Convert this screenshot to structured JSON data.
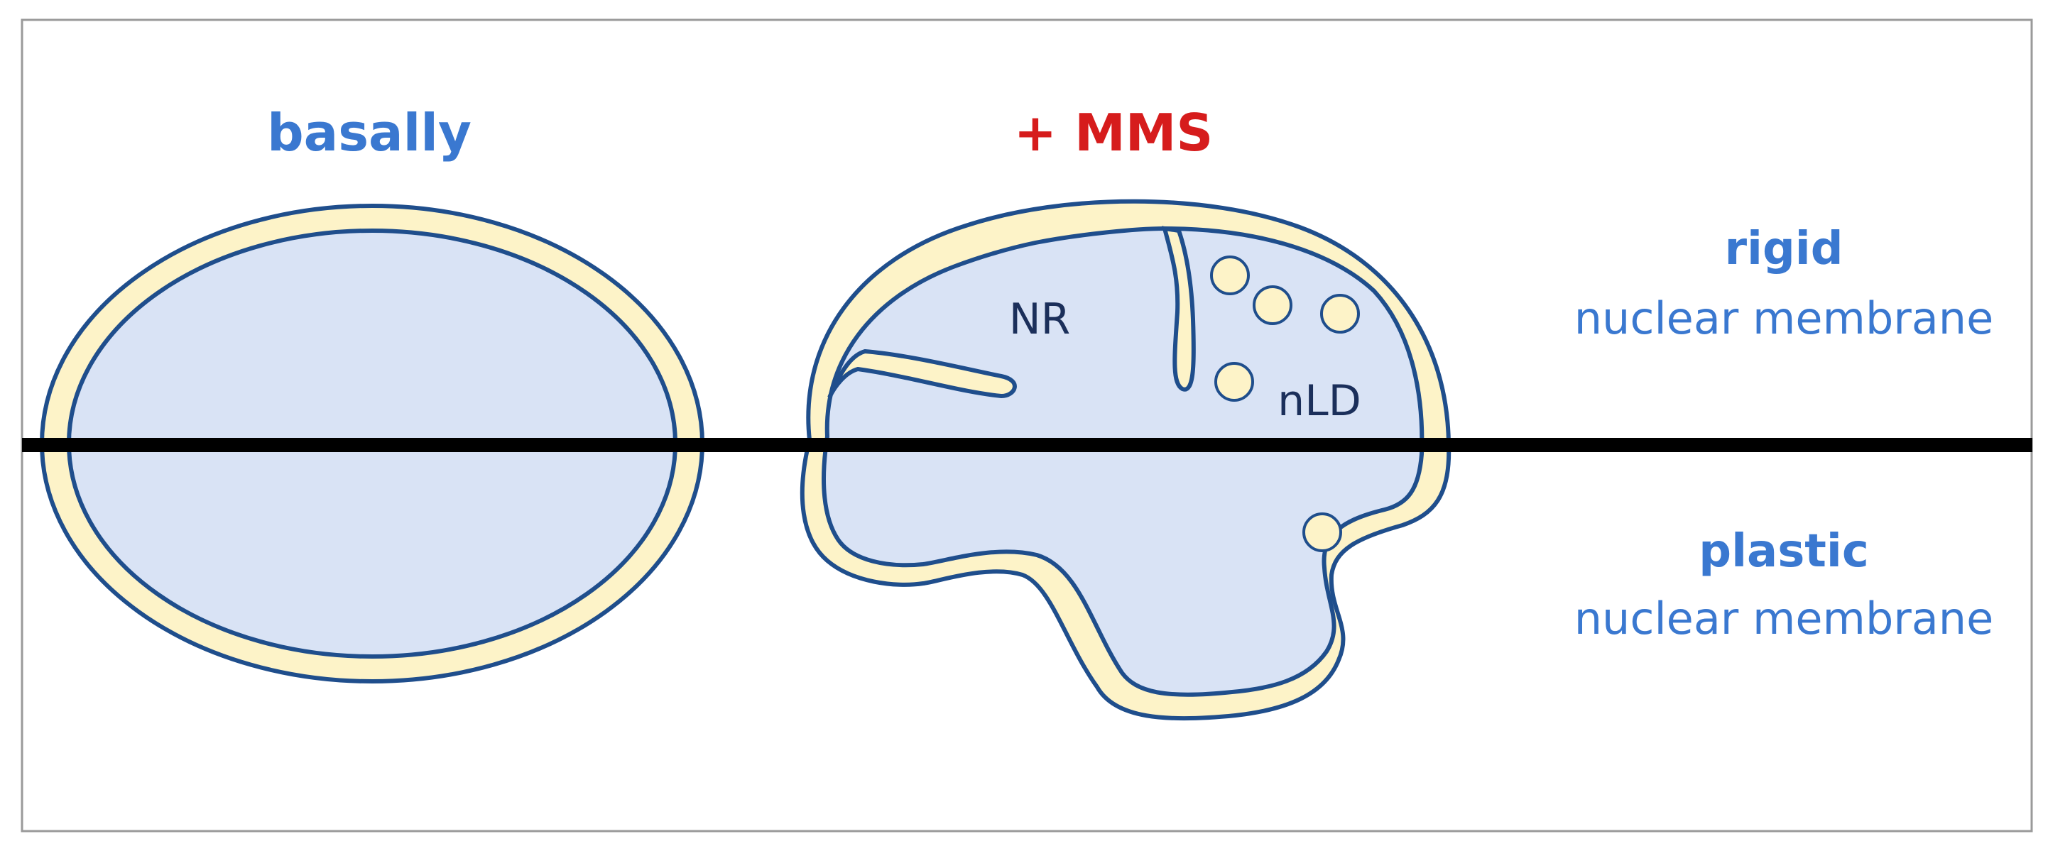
{
  "labels": {
    "basal": "basally",
    "treatment": "+ MMS",
    "nr": "NR",
    "nld": "nLD",
    "upper_bold": "rigid",
    "upper_text": "nuclear membrane",
    "lower_bold": "plastic",
    "lower_text": "nuclear membrane"
  },
  "colors": {
    "frame": "#9a9a9a",
    "outline": "#1f4e8c",
    "membrane_fill": "#fdf3c8",
    "nucleus_fill": "#d9e3f5",
    "label_blue": "#3a78d0",
    "label_red": "#d61c1c",
    "inner_text": "#1b2f5a",
    "divider": "#000000"
  }
}
